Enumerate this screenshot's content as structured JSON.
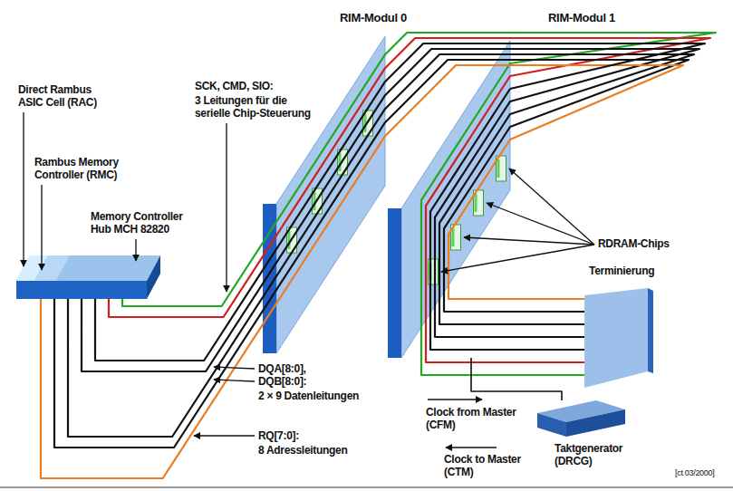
{
  "diagram": {
    "nodes": [
      {
        "text": [
          "Memory Controller Hub MCH 82820"
        ]
      },
      {
        "text": [
          "RIM-Modul 0"
        ]
      },
      {
        "text": [
          "RIM-Modul 1"
        ]
      },
      {
        "text": [
          "Terminierung"
        ]
      },
      {
        "text": [
          "Taktgenerator (DRCG)"
        ]
      }
    ],
    "edges": [
      {
        "from": 0,
        "to": 1,
        "arrow": "none"
      },
      {
        "from": 1,
        "to": 2,
        "arrow": "none"
      },
      {
        "from": 2,
        "to": 3,
        "arrow": "none"
      },
      {
        "from": 4,
        "to": 2,
        "arrow": "none"
      }
    ],
    "labels": [
      "Direct Rambus ASIC Cell (RAC)",
      "SCK, CMD, SIO:",
      "3 Leitungen für die serielle Chip-Steuerung",
      "Rambus Memory Controller (RMC)",
      "RDRAM-Chips",
      "DQA[8:0], DQB[8:0]:",
      "2 × 9 Datenleitungen",
      "RQ[7:0]:",
      "8 Adressleitungen",
      "Clock from Master (CFM)",
      "Clock to Master (CTM)",
      "[ct 03/2000]"
    ]
  }
}
